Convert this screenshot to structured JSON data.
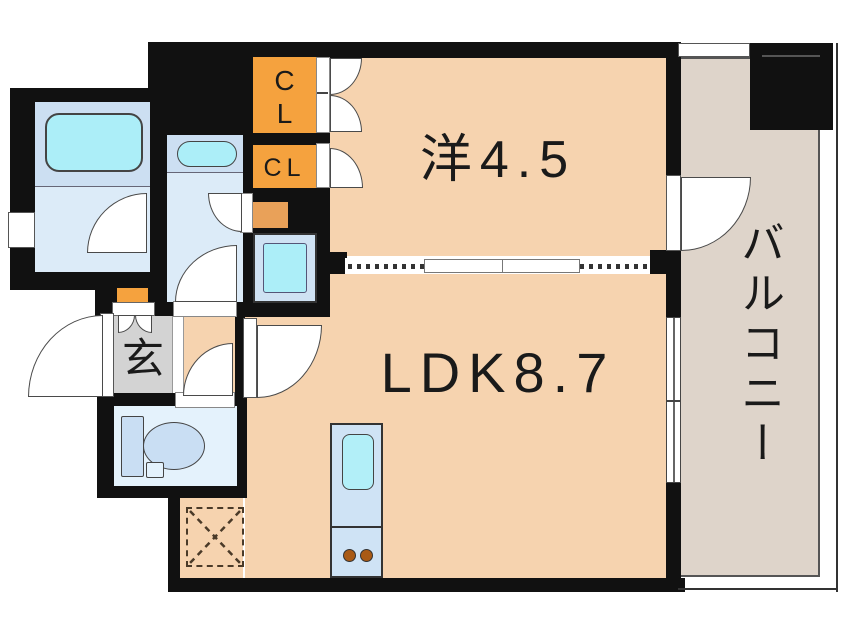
{
  "title": "apartment-floor-plan",
  "rooms": {
    "western_room": {
      "label": "洋4.5"
    },
    "ldk": {
      "label": "LDK8.7"
    },
    "balcony": {
      "label": "バルコニー"
    },
    "entrance": {
      "label": "玄"
    },
    "closet_upper": {
      "line1": "C",
      "line2": "L"
    },
    "closet_lower": {
      "label": "CL"
    }
  },
  "fixtures": [
    "bathtub",
    "washbasin",
    "washing-machine-space",
    "toilet",
    "kitchen-counter-with-sink-and-two-burners",
    "refrigerator-space",
    "shoe-cabinet",
    "closet-upper",
    "closet-lower",
    "storage-niche"
  ],
  "colors": {
    "wall": "#111111",
    "peach": "#f6d3af",
    "balcony": "#ded4ca",
    "genkan": "#d3d3d3",
    "orange": "#f5a23e",
    "orange_light": "#e9a159",
    "blue_room": "#dcebf8",
    "blue_band": "#ccdff2",
    "cyan": "#aceef8",
    "washer_body": "#cfe2f3",
    "toilet_room": "#e4f2fc",
    "fixture_blue": "#c9def3",
    "burner": "#a95a15",
    "text": "#1a1a1a"
  }
}
